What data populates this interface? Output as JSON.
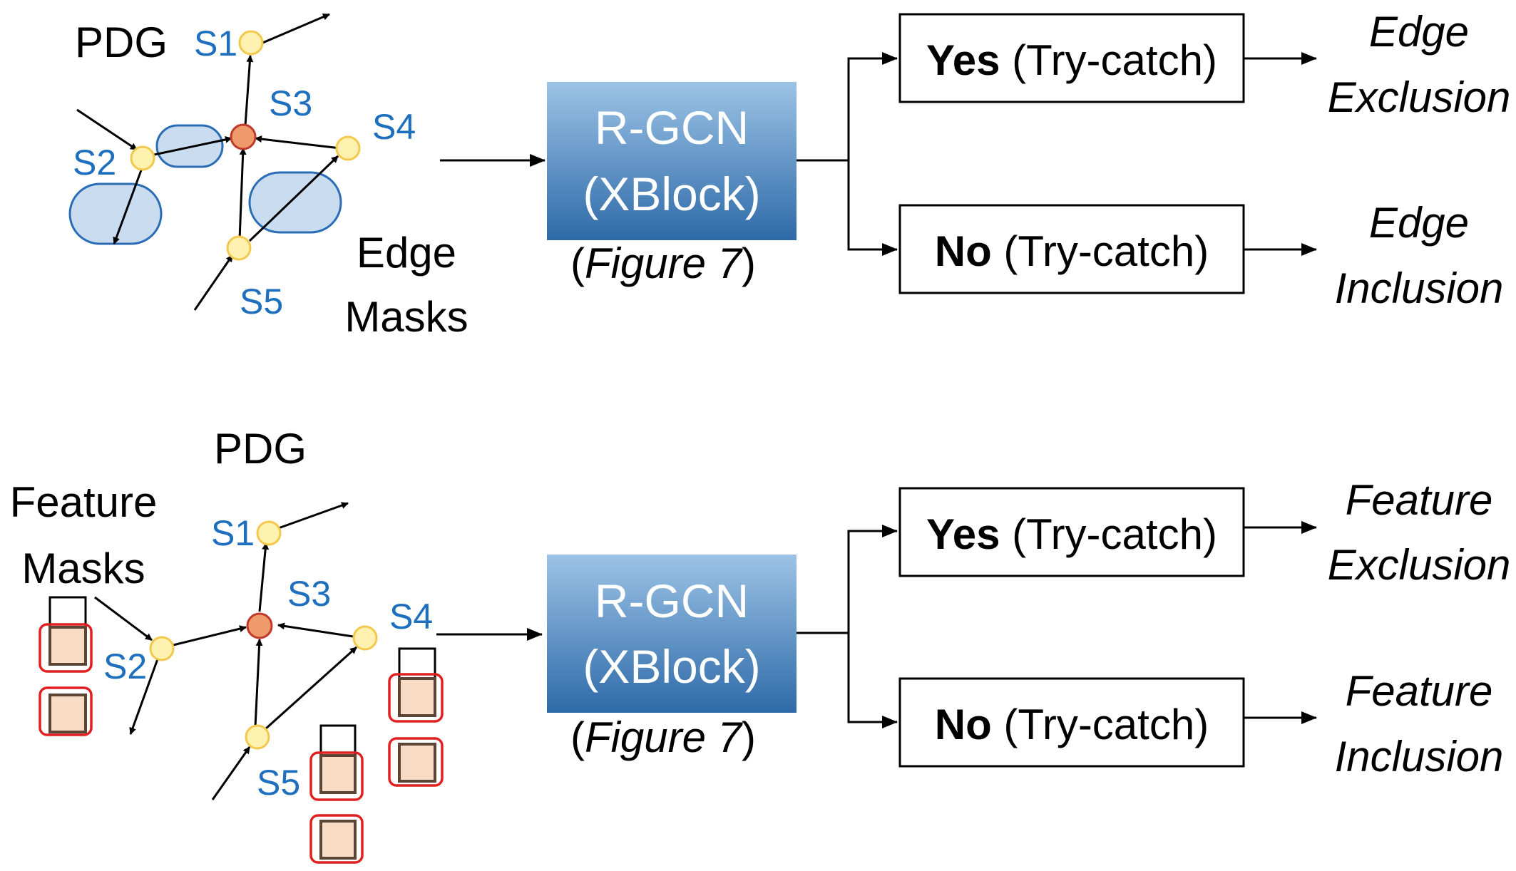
{
  "colors": {
    "node_label": "#1f6fbf",
    "node_fill": "#fff2b0",
    "center_node_fill": "#ef9a6b",
    "mask_fill": "#c9dcf0",
    "feature_mask_border": "#e02020",
    "rgcn_top": "#9cc3e6",
    "rgcn_bottom": "#2e6aa8"
  },
  "top": {
    "graph_title": "PDG",
    "nodes": [
      "S1",
      "S2",
      "S3",
      "S4",
      "S5"
    ],
    "mask_label_line1": "Edge",
    "mask_label_line2": "Masks",
    "model_line1": "R-GCN",
    "model_line2": "(XBlock)",
    "figure_ref_open": "(",
    "figure_ref_italic": "Figure 7",
    "figure_ref_close": ")",
    "yes_bold": "Yes",
    "yes_rest": " (Try-catch)",
    "no_bold": "No",
    "no_rest": " (Try-catch)",
    "out_yes_line1": "Edge",
    "out_yes_line2": "Exclusion",
    "out_no_line1": "Edge",
    "out_no_line2": "Inclusion"
  },
  "bottom": {
    "graph_title": "PDG",
    "mask_label_line1": "Feature",
    "mask_label_line2": "Masks",
    "nodes": [
      "S1",
      "S2",
      "S3",
      "S4",
      "S5"
    ],
    "model_line1": "R-GCN",
    "model_line2": "(XBlock)",
    "figure_ref_open": "(",
    "figure_ref_italic": "Figure 7",
    "figure_ref_close": ")",
    "yes_bold": "Yes",
    "yes_rest": " (Try-catch)",
    "no_bold": "No",
    "no_rest": " (Try-catch)",
    "out_yes_line1": "Feature",
    "out_yes_line2": "Exclusion",
    "out_no_line1": "Feature",
    "out_no_line2": "Inclusion"
  }
}
